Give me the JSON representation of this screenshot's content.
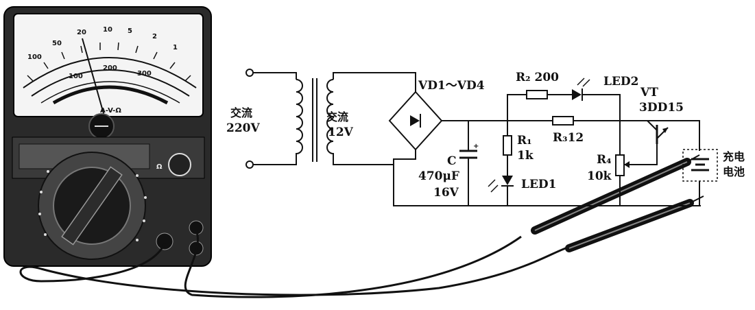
{
  "multimeter": {
    "dial_text": "A-V-Ω",
    "switch_mark": "Ω"
  },
  "circuit": {
    "input_label_1": "交流",
    "input_label_2": "220V",
    "secondary_label_1": "交流",
    "secondary_label_2": "12V",
    "bridge_label": "VD1～VD4",
    "cap_name": "C",
    "cap_plus": "+",
    "cap_value_1": "470μF",
    "cap_value_2": "16V",
    "r1_name": "R₁",
    "r1_value": "1k",
    "r2_label": "R₂ 200",
    "r3_label": "R₃12",
    "r4_name": "R₄",
    "r4_value": "10k",
    "led1": "LED1",
    "led2": "LED2",
    "vt_name": "VT",
    "vt_type": "3DD15",
    "battery_label_1": "充电",
    "battery_label_2": "电池"
  }
}
